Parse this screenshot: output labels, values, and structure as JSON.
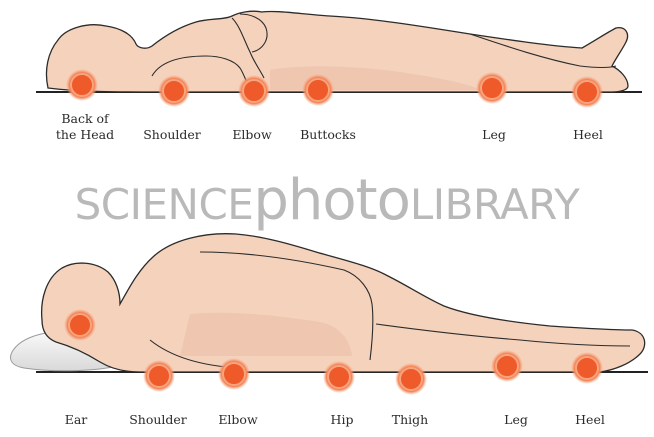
{
  "watermark": {
    "part1": "SCIENCE",
    "part2": "photo",
    "part3": "LIBRARY"
  },
  "colors": {
    "skin": "#f4d2bc",
    "skin_shade": "#e8b79f",
    "outline": "#2b2b2b",
    "pressure_point": "#ee5a2a",
    "pressure_glow": "#f7a47f",
    "pillow": "#f0f0f0",
    "watermark": "#b9b9b9"
  },
  "supine": {
    "labels": {
      "head": "Back of\nthe Head",
      "shoulder": "Shoulder",
      "elbow": "Elbow",
      "buttocks": "Buttocks",
      "leg": "Leg",
      "heel": "Heel"
    }
  },
  "lateral": {
    "labels": {
      "ear": "Ear",
      "shoulder": "Shoulder",
      "elbow": "Elbow",
      "hip": "Hip",
      "thigh": "Thigh",
      "leg": "Leg",
      "heel": "Heel"
    }
  },
  "icons": {
    "pressure_point": "pressure-point-dot",
    "pillow": "pillow-icon"
  }
}
